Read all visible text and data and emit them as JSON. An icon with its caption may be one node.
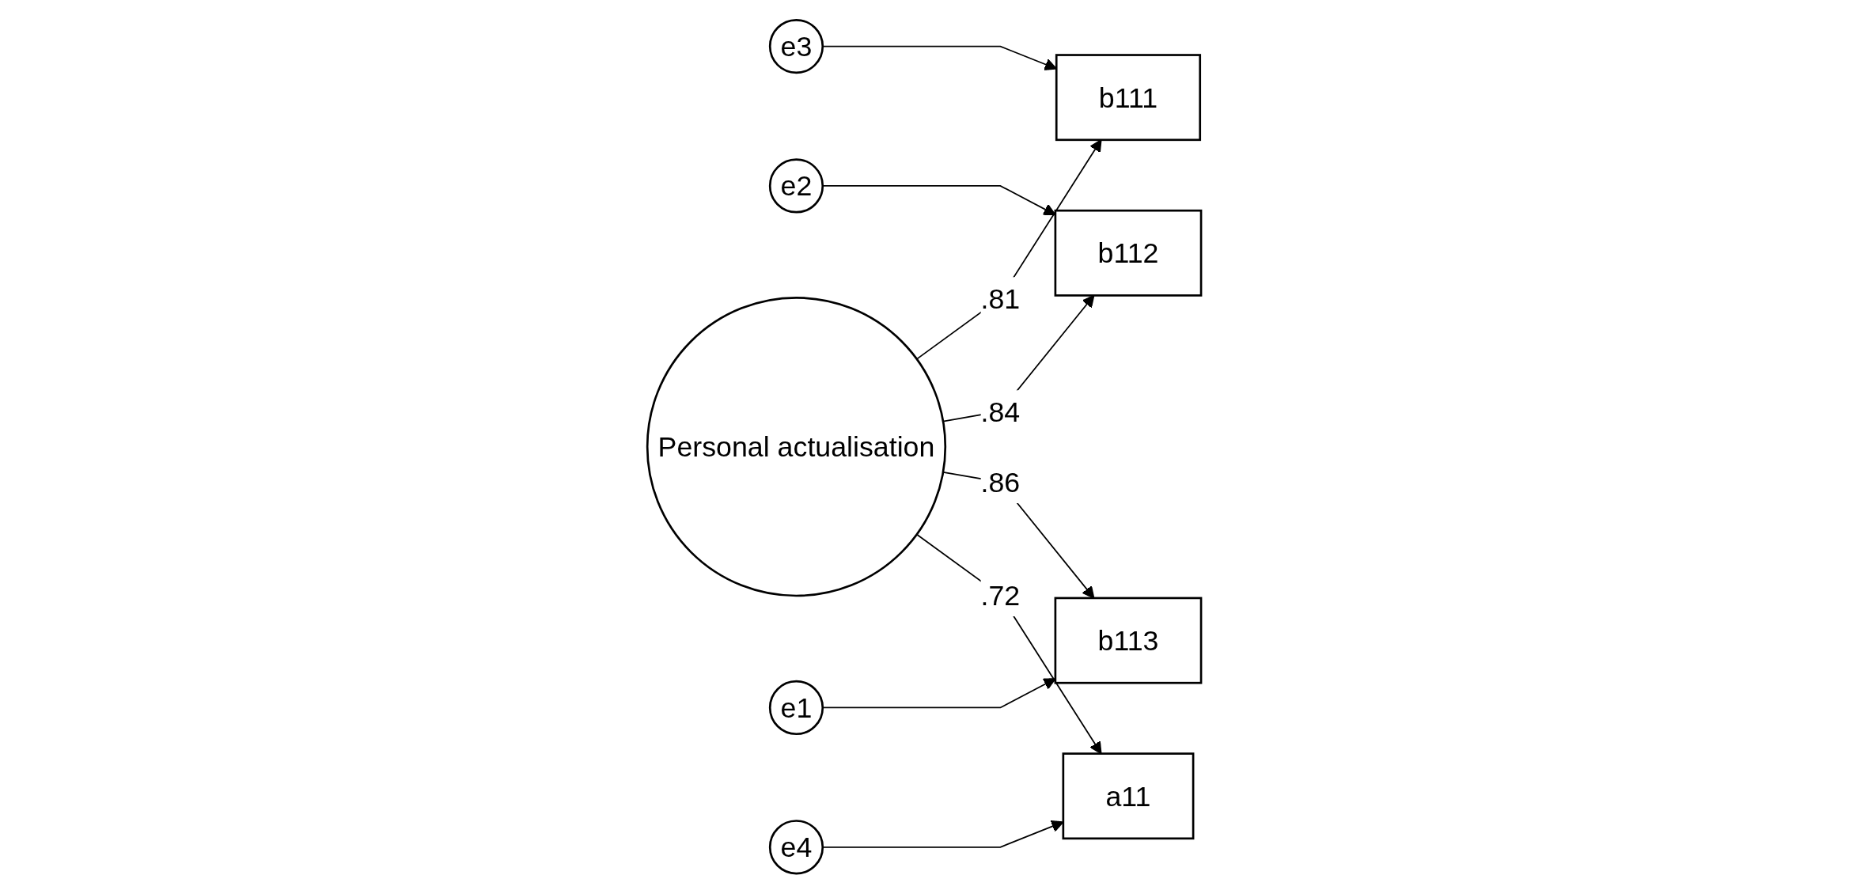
{
  "diagram": {
    "nodes": [
      {
        "text": [
          "e3"
        ]
      },
      {
        "text": [
          "b111"
        ]
      },
      {
        "text": [
          "Personal actualisation"
        ]
      },
      {
        "text": [
          "e2"
        ]
      },
      {
        "text": [
          "b112"
        ]
      },
      {
        "text": [
          "e1"
        ]
      },
      {
        "text": [
          "b113"
        ]
      },
      {
        "text": [
          "a11"
        ]
      },
      {
        "text": [
          "e4"
        ]
      }
    ],
    "edges": [
      {
        "from": 0,
        "to": 1,
        "arrow": "to"
      },
      {
        "from": 2,
        "to": 1,
        "arrow": "to",
        "label": ".81"
      },
      {
        "from": 3,
        "to": 4,
        "arrow": "to"
      },
      {
        "from": 2,
        "to": 4,
        "arrow": "to",
        "label": ".84"
      },
      {
        "from": 5,
        "to": 6,
        "arrow": "to"
      },
      {
        "from": 2,
        "to": 6,
        "arrow": "to",
        "label": ".86"
      },
      {
        "from": 2,
        "to": 7,
        "arrow": "to",
        "label": ".72"
      },
      {
        "from": 8,
        "to": 7,
        "arrow": "to"
      }
    ]
  }
}
